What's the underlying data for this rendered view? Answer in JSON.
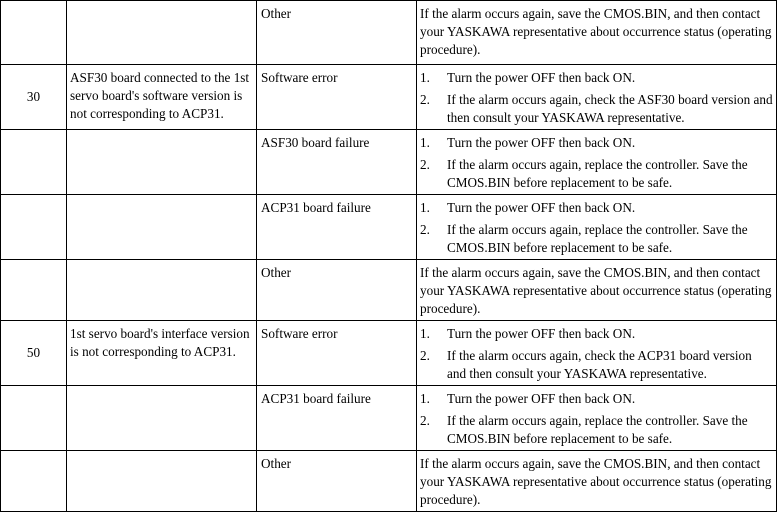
{
  "rows": [
    {
      "code": "",
      "data": "",
      "cause": "Other",
      "remedy_text": "If the alarm occurs again, save the CMOS.BIN, and then contact your YASKAWA representative about occurrence status (operating procedure).",
      "steps": []
    },
    {
      "code": "30",
      "data": "ASF30 board connected to the 1st servo board's software version is not corresponding to ACP31.",
      "cause": "Software error",
      "remedy_text": "",
      "steps": [
        {
          "num": "1.",
          "text": "Turn the power OFF then back ON."
        },
        {
          "num": "2.",
          "text": "If the alarm occurs again, check the ASF30 board version and then consult your YASKAWA representative."
        }
      ]
    },
    {
      "code": "",
      "data": "",
      "cause": "ASF30 board failure",
      "remedy_text": "",
      "steps": [
        {
          "num": "1.",
          "text": "Turn the power OFF then back ON."
        },
        {
          "num": "2.",
          "text": "If the alarm occurs again, replace the controller. Save the CMOS.BIN before replacement to be safe."
        }
      ]
    },
    {
      "code": "",
      "data": "",
      "cause": "ACP31 board failure",
      "remedy_text": "",
      "steps": [
        {
          "num": "1.",
          "text": "Turn the power OFF then back ON."
        },
        {
          "num": "2.",
          "text": "If the alarm occurs again, replace the controller. Save the CMOS.BIN before replacement to be safe."
        }
      ]
    },
    {
      "code": "",
      "data": "",
      "cause": "Other",
      "remedy_text": "If the alarm occurs again, save the CMOS.BIN, and then contact your YASKAWA representative about occurrence status (operating procedure).",
      "steps": []
    },
    {
      "code": "50",
      "data": "1st servo board's interface version is not corresponding to ACP31.",
      "cause": "Software error",
      "remedy_text": "",
      "steps": [
        {
          "num": "1.",
          "text": "Turn the power OFF then back ON."
        },
        {
          "num": "2.",
          "text": "If the alarm occurs again, check the ACP31 board version and then consult your YASKAWA representative."
        }
      ]
    },
    {
      "code": "",
      "data": "",
      "cause": "ACP31 board failure",
      "remedy_text": "",
      "steps": [
        {
          "num": "1.",
          "text": "Turn the power OFF then back ON."
        },
        {
          "num": "2.",
          "text": "If the alarm occurs again, replace the controller. Save the CMOS.BIN before replacement to be safe."
        }
      ]
    },
    {
      "code": "",
      "data": "",
      "cause": "Other",
      "remedy_text": "If the alarm occurs again, save the CMOS.BIN, and then contact your YASKAWA representative about occurrence status (operating procedure).",
      "steps": []
    }
  ]
}
